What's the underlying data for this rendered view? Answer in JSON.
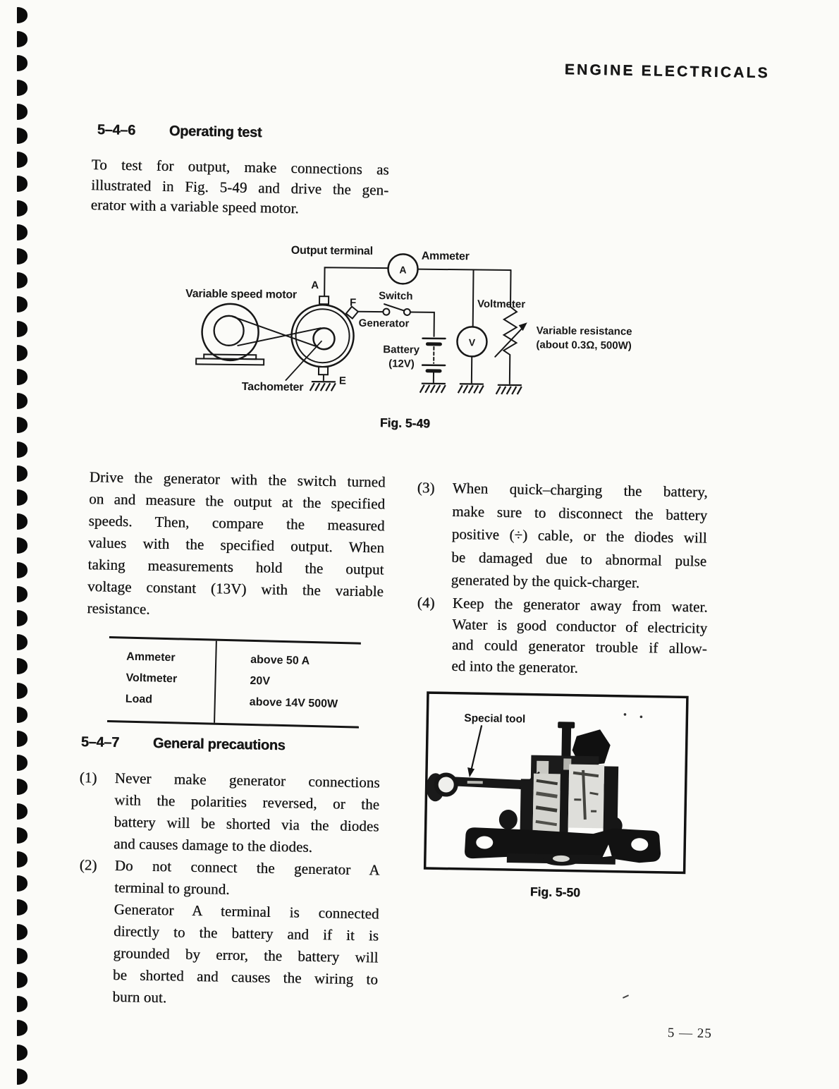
{
  "header": {
    "title": "ENGINE ELECTRICALS"
  },
  "footer": {
    "page_number": "5 — 25"
  },
  "section_operating_test": {
    "number": "5–4–6",
    "title": "Operating test",
    "intro_lines": [
      {
        "t": "To test for output, make connections as",
        "j": true
      },
      {
        "t": "illustrated in Fig. 5-49 and drive the gen-",
        "j": true
      },
      {
        "t": "erator with a variable speed motor.",
        "j": false
      }
    ]
  },
  "fig49": {
    "caption": "Fig. 5-49",
    "labels": {
      "output_terminal": "Output terminal",
      "ammeter": "Ammeter",
      "ammeter_letter": "A",
      "variable_speed_motor": "Variable speed motor",
      "terminal_a": "A",
      "terminal_f": "F",
      "terminal_e": "E",
      "switch": "Switch",
      "generator": "Generator",
      "battery": "Battery",
      "battery_voltage": "(12V)",
      "voltmeter": "Voltmeter",
      "voltmeter_letter": "V",
      "variable_resistance_line1": "Variable resistance",
      "variable_resistance_line2": "(about 0.3Ω, 500W)",
      "tachometer": "Tachometer"
    }
  },
  "drive_paragraph": {
    "lines": [
      {
        "t": "Drive the generator with the switch turned",
        "j": true
      },
      {
        "t": "on and measure the output at the specified",
        "j": true
      },
      {
        "t": "speeds. Then, compare the measured",
        "j": true
      },
      {
        "t": "values with the specified output. When",
        "j": true
      },
      {
        "t": "taking measurements hold the output",
        "j": true
      },
      {
        "t": "voltage constant (13V) with the variable",
        "j": true
      },
      {
        "t": "resistance.",
        "j": false
      }
    ]
  },
  "spec_table": {
    "rows": [
      {
        "label": "Ammeter",
        "value": "above 50 A"
      },
      {
        "label": "Voltmeter",
        "value": "20V"
      },
      {
        "label": "Load",
        "value": "above 14V 500W"
      }
    ]
  },
  "section_general_precautions": {
    "number": "5–4–7",
    "title": "General precautions",
    "item1": {
      "num": "(1)",
      "lines": [
        {
          "t": "Never make generator connections",
          "j": true
        },
        {
          "t": "with the polarities reversed, or the",
          "j": true
        },
        {
          "t": "battery will be shorted via the diodes",
          "j": true
        },
        {
          "t": "and causes damage to the diodes.",
          "j": false
        }
      ]
    },
    "item2": {
      "num": "(2)",
      "lines": [
        {
          "t": "Do not connect the generator A",
          "j": true
        },
        {
          "t": "terminal to ground.",
          "j": false
        },
        {
          "t": "Generator A terminal is connected",
          "j": true
        },
        {
          "t": "directly to the battery and if it is",
          "j": true
        },
        {
          "t": "grounded by error, the battery will",
          "j": true
        },
        {
          "t": "be shorted and causes the wiring to",
          "j": true
        },
        {
          "t": "burn out.",
          "j": false
        }
      ]
    }
  },
  "right_column": {
    "item3": {
      "num": "(3)",
      "lines": [
        {
          "t": "When quick–charging the battery,",
          "j": true
        },
        {
          "t": "make sure to disconnect the battery",
          "j": true
        },
        {
          "t": "positive (÷) cable, or the diodes will",
          "j": true
        },
        {
          "t": "be damaged due to abnormal pulse",
          "j": true
        },
        {
          "t": "generated by the quick-charger.",
          "j": false
        }
      ]
    },
    "item4": {
      "num": "(4)",
      "lines": [
        {
          "t": "Keep the generator away from water.",
          "j": true
        },
        {
          "t": "Water is good conductor of electricity",
          "j": true
        },
        {
          "t": "and could generator trouble if allow-",
          "j": true
        },
        {
          "t": "ed into the generator.",
          "j": false
        }
      ]
    }
  },
  "fig50": {
    "caption": "Fig. 5-50",
    "special_tool_label": "Special tool"
  }
}
